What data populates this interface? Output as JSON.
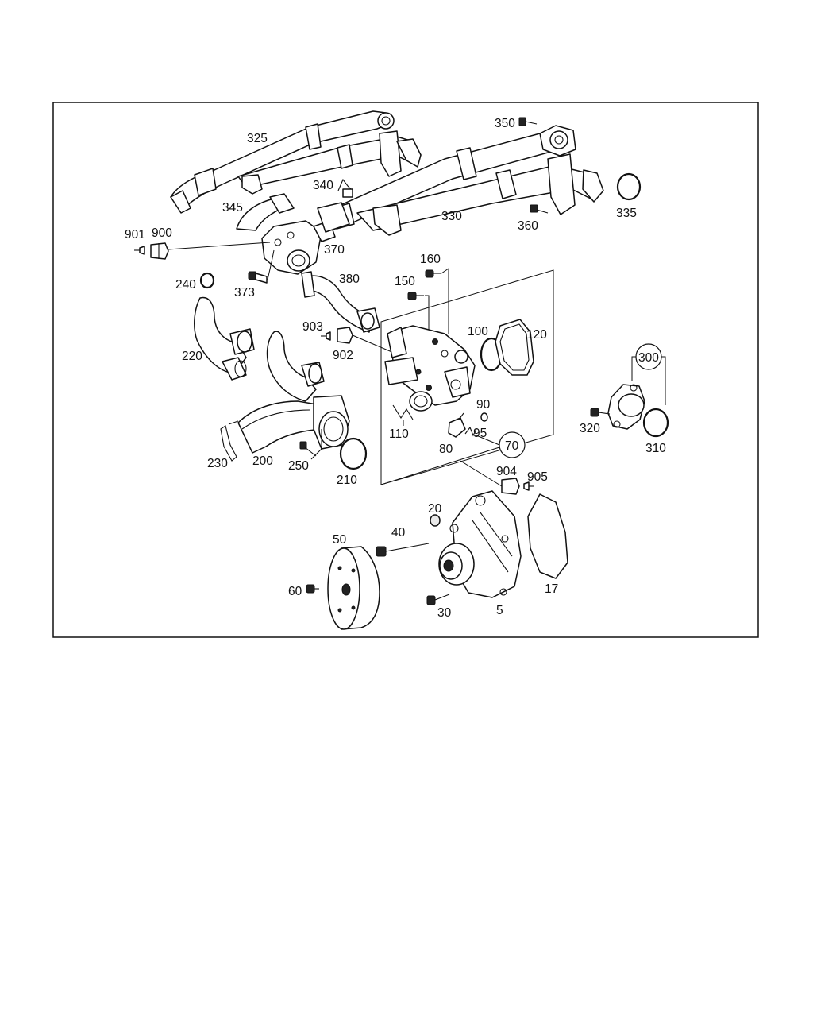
{
  "diagram": {
    "callouts": {
      "c325": "325",
      "c350": "350",
      "c340": "340",
      "c345": "345",
      "c330": "330",
      "c335": "335",
      "c360": "360",
      "c901": "901",
      "c900": "900",
      "c370": "370",
      "c373": "373",
      "c240": "240",
      "c380": "380",
      "c160": "160",
      "c150": "150",
      "c903": "903",
      "c902": "902",
      "c100": "100",
      "c120": "120",
      "c300": "300",
      "c220": "220",
      "c110": "110",
      "c90": "90",
      "c95": "95",
      "c80": "80",
      "c70": "70",
      "c320": "320",
      "c310": "310",
      "c230": "230",
      "c200": "200",
      "c250": "250",
      "c210": "210",
      "c904": "904",
      "c905": "905",
      "c20": "20",
      "c40": "40",
      "c50": "50",
      "c17": "17",
      "c60": "60",
      "c30": "30",
      "c5": "5"
    }
  }
}
